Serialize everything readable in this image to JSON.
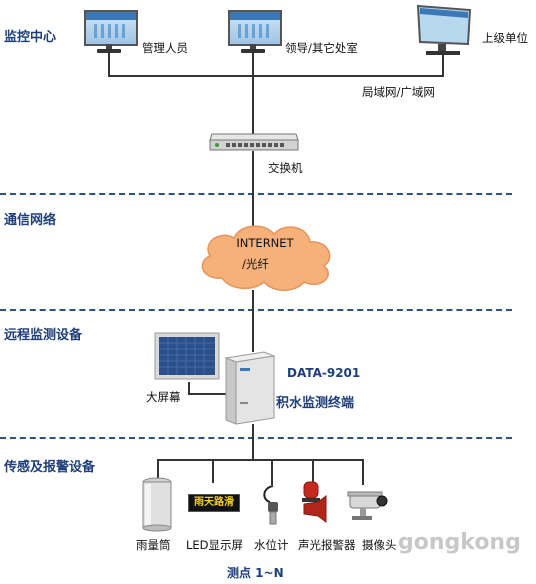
{
  "sections": {
    "monitoring_center": "监控中心",
    "network": "通信网络",
    "remote_equipment": "远程监测设备",
    "sensors": "传感及报警设备"
  },
  "nodes": {
    "management": "管理人员",
    "leadership": "领导/其它处室",
    "superior": "上级单位",
    "lan_wan": "局域网/广域网",
    "switch": "交换机",
    "internet_line1": "INTERNET",
    "internet_line2": "/光纤",
    "big_screen": "大屏幕",
    "terminal_model": "DATA-9201",
    "terminal_name": "积水监测终端",
    "led_screen_text": "雨天路滑"
  },
  "sensors": {
    "rain_gauge": "雨量筒",
    "led_display": "LED显示屏",
    "water_level": "水位计",
    "alarm": "声光报警器",
    "camera": "摄像头"
  },
  "footer": "测点 1~N",
  "watermark": "gongkong",
  "colors": {
    "section_title": "#1f3f7a",
    "dashed_line": "#2c4f8a",
    "cloud_fill": "#f6b07a",
    "alarm_red": "#c62a1e"
  }
}
